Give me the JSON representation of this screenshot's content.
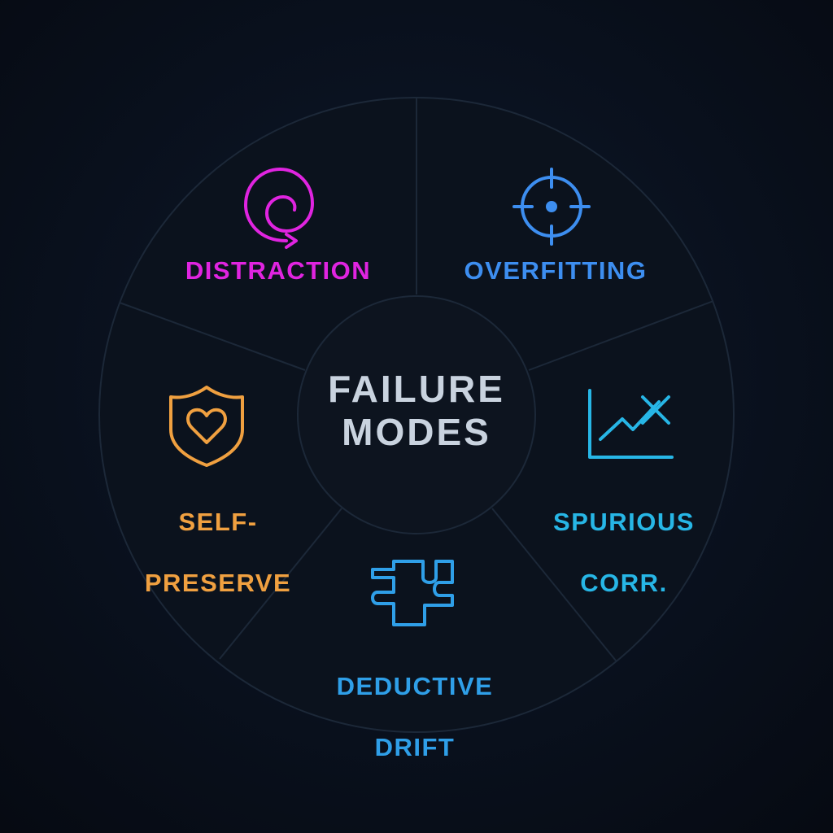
{
  "center": {
    "line1": "FAILURE",
    "line2": "MODES"
  },
  "segments": [
    {
      "label": "DISTRACTION",
      "icon": "spiral-icon",
      "color": "#e024e0"
    },
    {
      "label": "OVERFITTING",
      "icon": "crosshair-icon",
      "color": "#3d8ef0"
    },
    {
      "label_line1": "SPURIOUS",
      "label_line2": "CORR.",
      "icon": "trend-chart-icon",
      "color": "#27b6e6"
    },
    {
      "label_line1": "DEDUCTIVE",
      "label_line2": "DRIFT",
      "icon": "puzzle-piece-icon",
      "color": "#2f9fe8"
    },
    {
      "label_line1": "SELF-",
      "label_line2": "PRESERVE",
      "icon": "shield-heart-icon",
      "color": "#f0a040"
    }
  ],
  "colors": {
    "ring_fill": "#0b121d",
    "ring_stroke": "#1c2838",
    "center_fill": "#0d141f"
  }
}
